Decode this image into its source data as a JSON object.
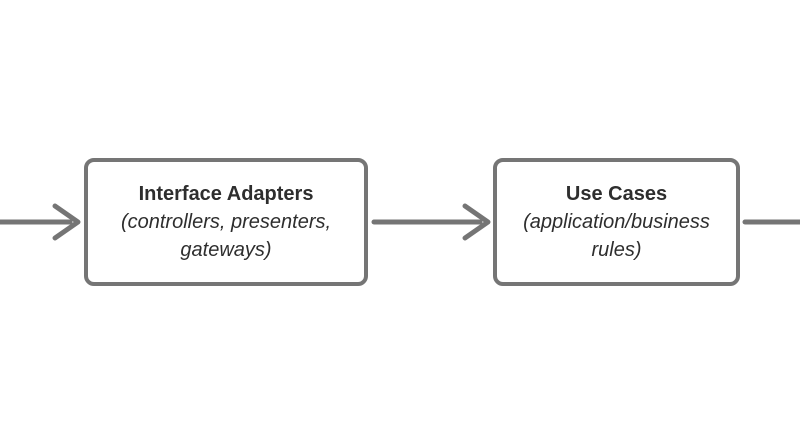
{
  "diagram": {
    "background_color": "#ffffff",
    "stroke_color": "#757575",
    "text_color": "#2e2e2e",
    "nodes": [
      {
        "id": "interface-adapters",
        "title": "Interface Adapters",
        "subtitle": "(controllers, presenters, gateways)"
      },
      {
        "id": "use-cases",
        "title": "Use Cases",
        "subtitle": "(application/business rules)"
      }
    ],
    "connectors": [
      {
        "id": "arrow-into-interface-adapters",
        "style": "arrow",
        "direction": "right"
      },
      {
        "id": "arrow-interface-adapters-to-use-cases",
        "style": "arrow",
        "direction": "right"
      },
      {
        "id": "line-out-of-use-cases",
        "style": "line",
        "direction": "right"
      }
    ]
  }
}
